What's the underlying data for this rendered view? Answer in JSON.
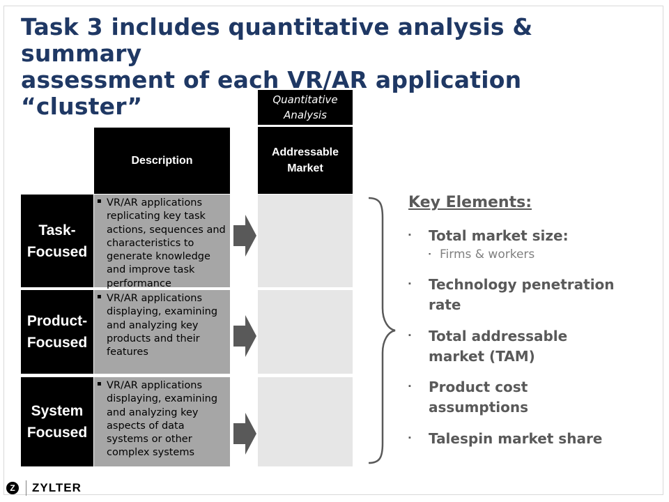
{
  "title": {
    "line1": "Task 3 includes quantitative analysis & summary",
    "line2": "assessment of each VR/AR application “cluster”"
  },
  "table": {
    "quantitative_header": "Quantitative Analysis",
    "description_header": "Description",
    "addressable_header": "Addressable Market",
    "rows": [
      {
        "label": "Task-\nFocused",
        "description": "VR/AR applications replicating key task actions, sequences and characteristics to generate knowledge and improve task performance"
      },
      {
        "label": "Product-\nFocused",
        "description": "VR/AR applications displaying, examining and analyzing key products and their features"
      },
      {
        "label": "System\nFocused",
        "description": "VR/AR applications displaying, examining and analyzing key aspects of data systems or other complex systems"
      }
    ]
  },
  "key_elements": {
    "title": "Key Elements:",
    "items": [
      {
        "text": "Total market size:",
        "sub": "Firms & workers"
      },
      {
        "text": "Technology penetration rate"
      },
      {
        "text": "Total addressable market (TAM)"
      },
      {
        "text": "Product cost assumptions"
      },
      {
        "text": "Talespin market share"
      }
    ]
  },
  "brand": {
    "icon_letter": "Z",
    "name": "ZYLTER"
  },
  "colors": {
    "title": "#1f3864",
    "header_bg": "#000000",
    "desc_bg": "#a6a6a6",
    "market_bg": "#e6e6e6",
    "arrow": "#595959",
    "key_text": "#595959"
  }
}
